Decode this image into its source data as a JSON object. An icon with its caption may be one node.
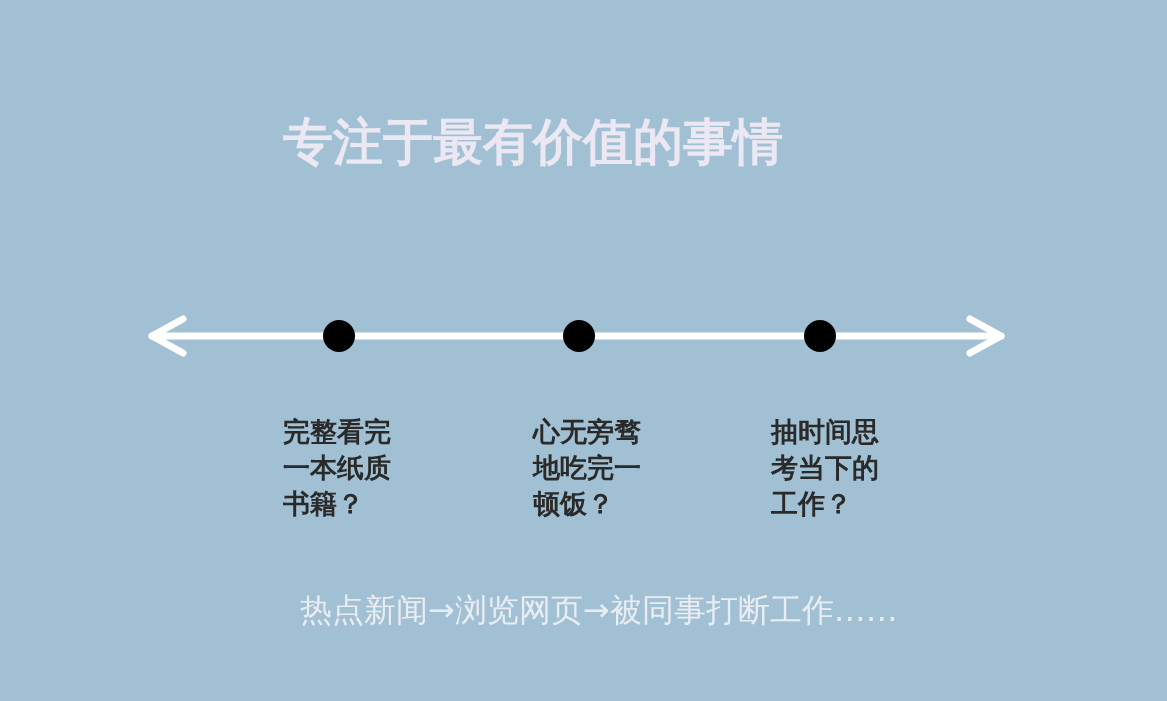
{
  "diagram": {
    "title": "专注于最有价值的事情",
    "nodes": [
      {
        "text": [],
        "shape": "circle",
        "beside": [
          "完整看完一本纸质书籍？"
        ]
      },
      {
        "text": [],
        "shape": "circle",
        "beside": [
          "心无旁骛地吃完一顿饭？"
        ]
      },
      {
        "text": [],
        "shape": "circle",
        "beside": [
          "抽时间思考当下的工作？"
        ]
      }
    ],
    "labels": [
      "热点新闻→浏览网页→被同事打断工作……"
    ]
  }
}
